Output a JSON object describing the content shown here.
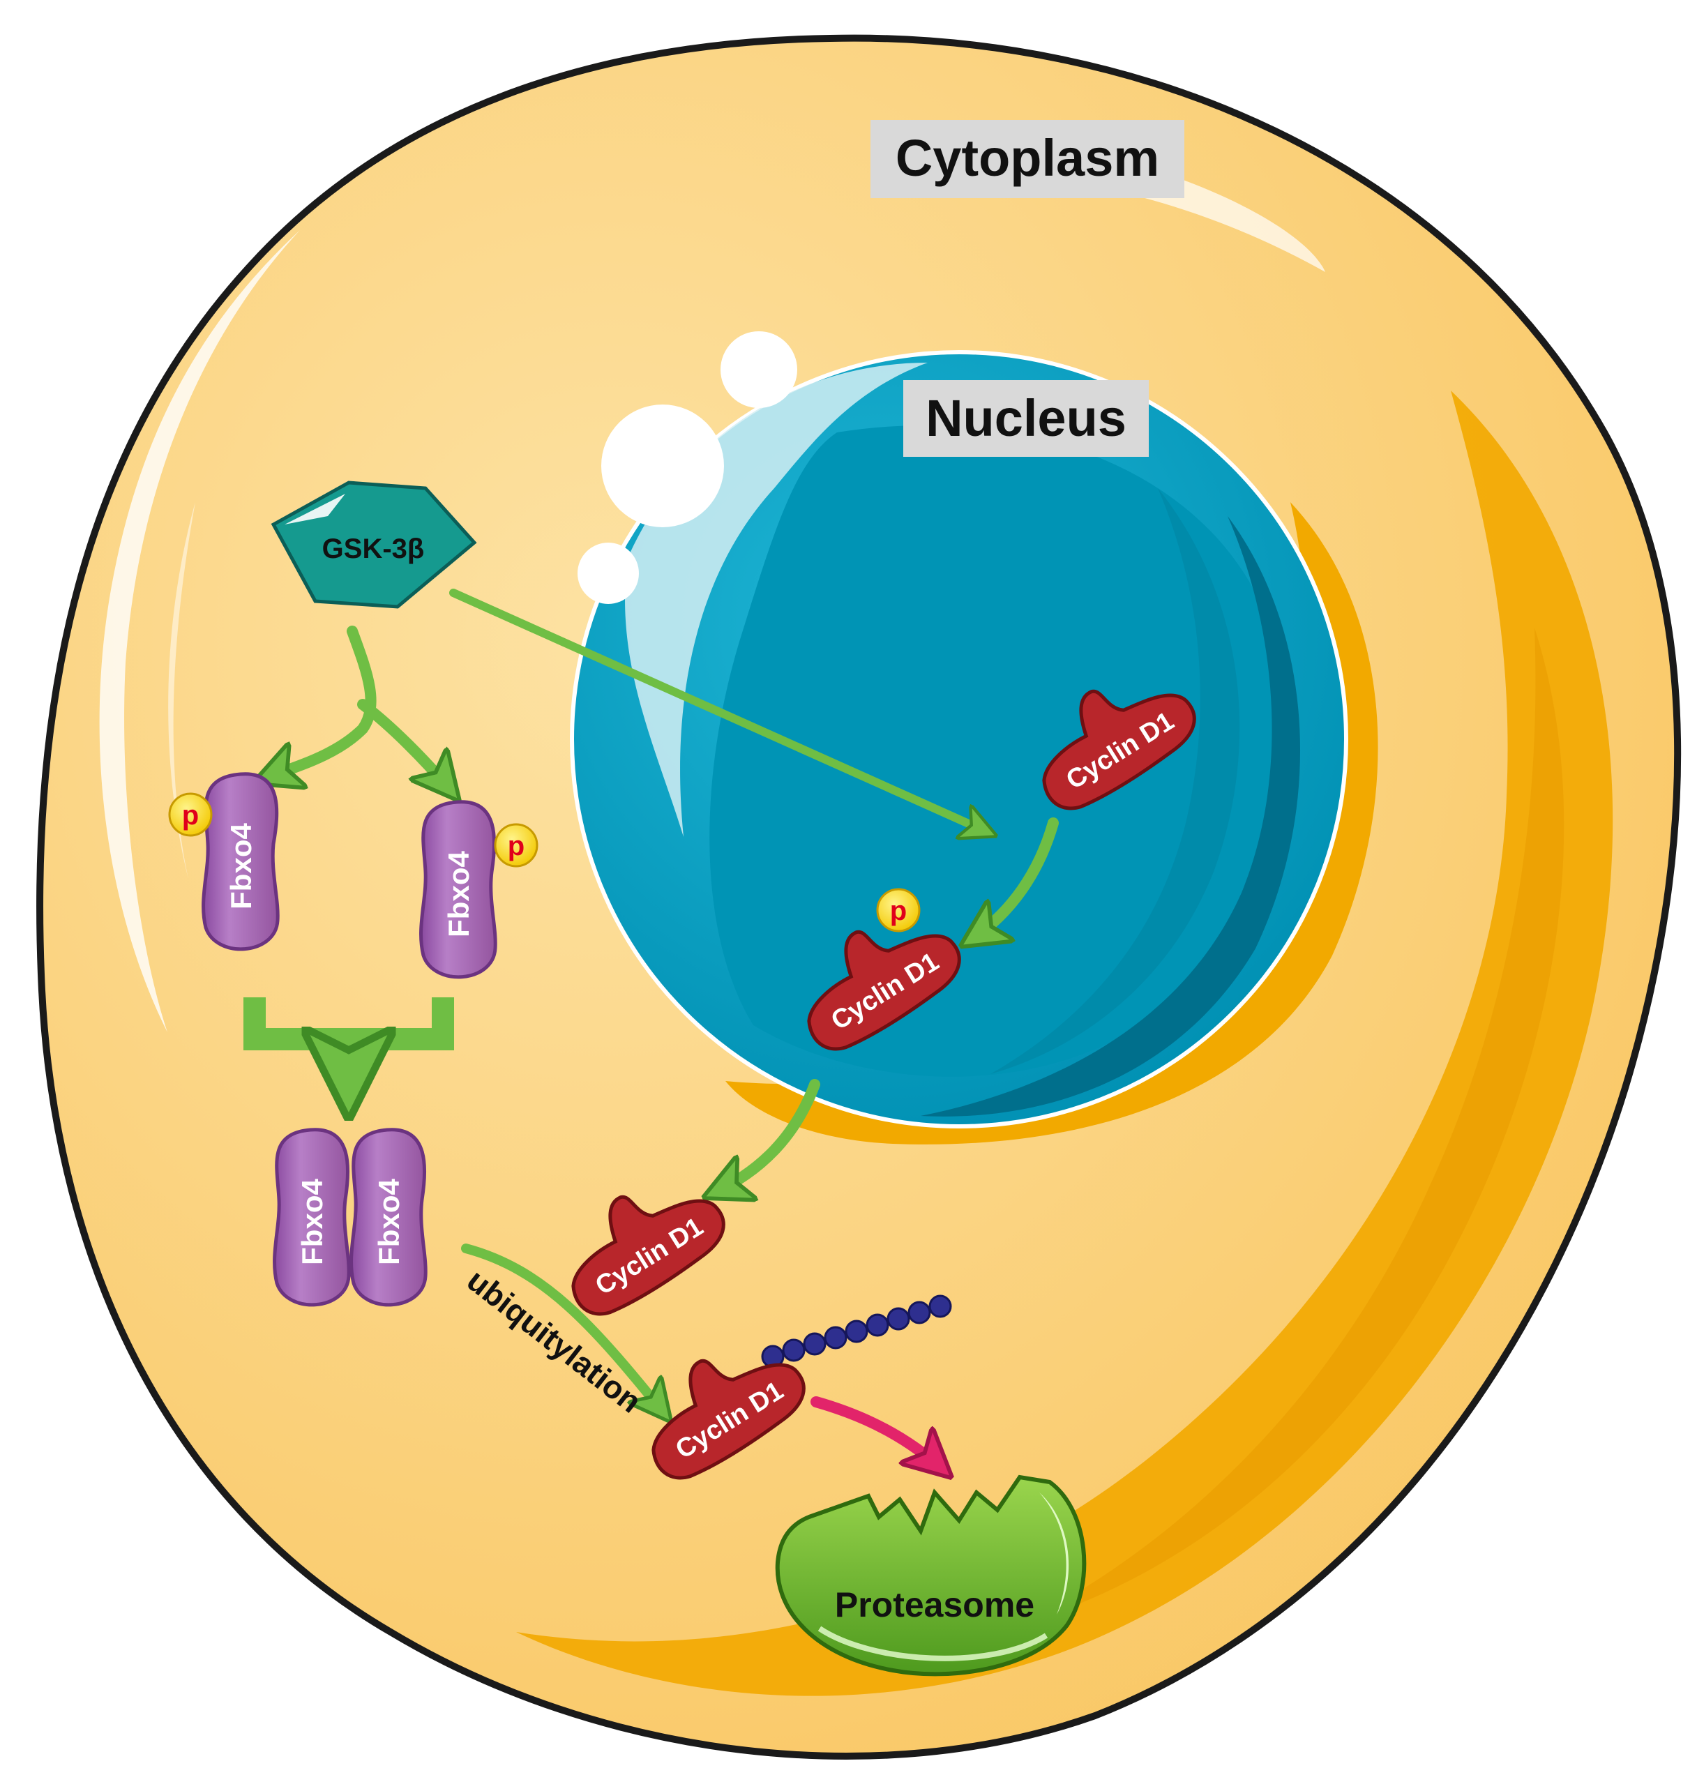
{
  "labels": {
    "cytoplasm": "Cytoplasm",
    "nucleus": "Nucleus",
    "gsk": "GSK-3β",
    "fbxo4": "Fbxo4",
    "cyclin": "Cyclin D1",
    "phospho": "p",
    "ubiquitylation": "ubiquitylation",
    "proteasome": "Proteasome"
  },
  "colors": {
    "cytoplasm": "#fbd07a",
    "cytoplasm_dark": "#f2a900",
    "membrane": "#1a1a1a",
    "nucleus": "#00a3c4",
    "nucleus_dark": "#006f8c",
    "gsk": "#159a8f",
    "fbxo4": "#a869b8",
    "cyclin": "#b8262b",
    "phosphate": "#ffe600",
    "arrow_green": "#6fbe44",
    "arrow_red": "#e2246a",
    "proteasome": "#78c233",
    "ubiquitin": "#2e2f8f"
  }
}
